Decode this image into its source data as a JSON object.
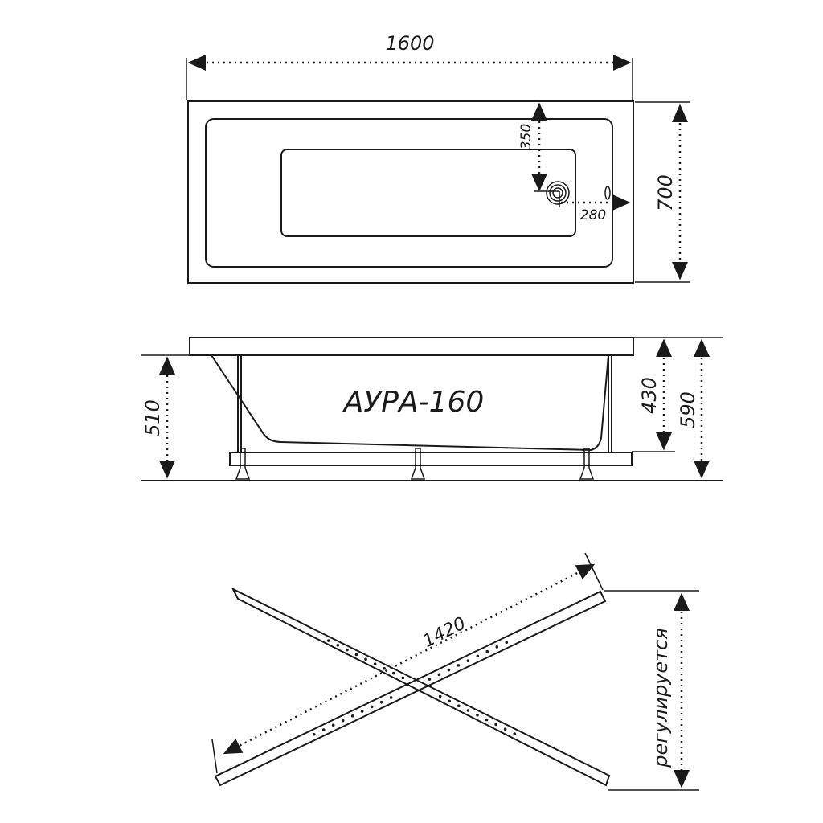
{
  "title": "АУРА-160",
  "top_view": {
    "width_label": "1600",
    "depth_label": "700",
    "drain_from_side": "350",
    "drain_from_end": "280"
  },
  "side_view": {
    "leg_height_label": "510",
    "tub_height_label": "430",
    "total_height_label": "590"
  },
  "frame_view": {
    "length_label": "1420",
    "adjustable_label": "регулируется"
  },
  "colors": {
    "line": "#1a1a1a",
    "background": "#ffffff"
  }
}
